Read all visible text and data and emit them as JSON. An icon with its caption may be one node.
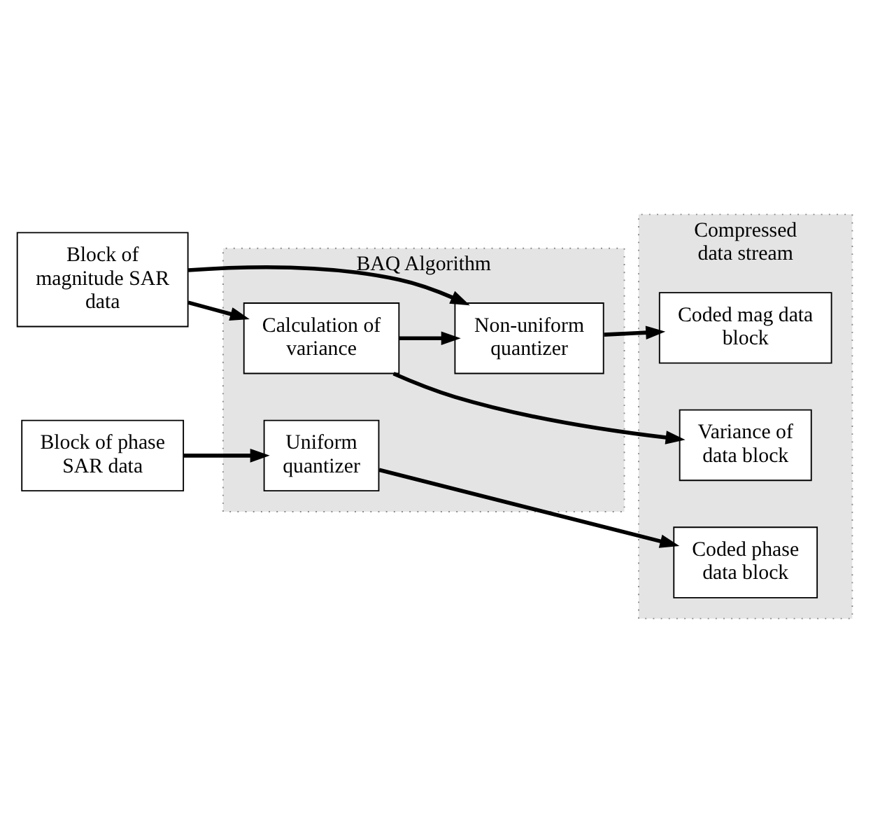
{
  "diagram": {
    "nodes": [
      {
        "text": [
          "BAQ Algorithm"
        ]
      },
      {
        "text": [
          "Compressed data stream"
        ]
      },
      {
        "text": [
          "Block of magnitude SAR data"
        ]
      },
      {
        "text": [
          "Block of phase SAR data"
        ]
      },
      {
        "text": [
          "Calculation of variance"
        ],
        "in": 0
      },
      {
        "text": [
          "Non-uniform quantizer"
        ],
        "in": 0
      },
      {
        "text": [
          "Uniform quantizer"
        ],
        "in": 0
      },
      {
        "text": [
          "Variance of data block"
        ],
        "in": 1
      },
      {
        "text": [
          "Coded mag data block"
        ],
        "in": 1
      },
      {
        "text": [
          "Coded phase data block"
        ],
        "in": 1
      }
    ],
    "edges": [
      {
        "from": 2,
        "to": 4,
        "arrow": "to"
      },
      {
        "from": 2,
        "to": 5,
        "arrow": "to"
      },
      {
        "from": 4,
        "to": 5,
        "arrow": "to"
      },
      {
        "from": 4,
        "to": 7,
        "arrow": "to"
      },
      {
        "from": 5,
        "to": 8,
        "arrow": "to"
      },
      {
        "from": 3,
        "to": 6,
        "arrow": "to"
      },
      {
        "from": 6,
        "to": 9,
        "arrow": "to"
      }
    ]
  }
}
